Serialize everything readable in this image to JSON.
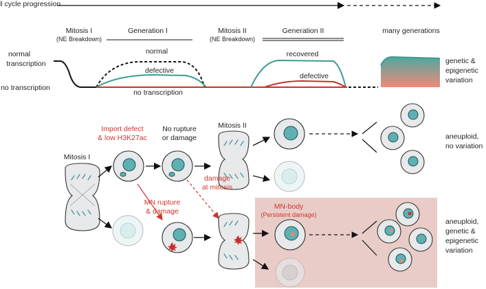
{
  "timeline": {
    "progression_label": "cell cycle progression",
    "phases": {
      "mitosis1_title": "Mitosis I",
      "mitosis1_sub": "(NE Breakdown)",
      "generation1": "Generation I",
      "mitosis2_title": "Mitosis II",
      "mitosis2_sub": "(NE Breakdown)",
      "generation2": "Generation II",
      "many": "many generations"
    }
  },
  "transcription": {
    "axis_top": "normal",
    "axis_top2": "transcription",
    "axis_bottom": "no transcription",
    "curve_normal": "normal",
    "curve_defective": "defective",
    "curve_none": "no transcription",
    "curve_recovered": "recovered",
    "curve_defective2": "defective",
    "outcome_line1": "genetic &",
    "outcome_line2": "epigenetic",
    "outcome_line3": "variation"
  },
  "schematic": {
    "mitosis1": "Mitosis I",
    "import_defect1": "Import defect",
    "import_defect2": "& low H3K27ac",
    "no_rupture1": "No rupture",
    "no_rupture2": "or damage",
    "mitosis2": "Mitosis II",
    "mn_rupture1": "MN rupture",
    "mn_rupture2": "& damage",
    "damage_mitosis1": "damage",
    "damage_mitosis2": "at mitosis",
    "mn_body": "MN-body",
    "persistent": "(Persistent damage)",
    "outcome_top1": "aneuploid,",
    "outcome_top2": "no variation",
    "outcome_bot1": "aneuploid,",
    "outcome_bot2": "genetic &",
    "outcome_bot3": "epigenetic",
    "outcome_bot4": "variation"
  },
  "colors": {
    "normal_curve": "#111111",
    "defective_curve": "#3a9b8f",
    "none_curve": "#c9302c",
    "annotation_red": "#d0342c",
    "panel_bg": "#e9ccc8"
  }
}
